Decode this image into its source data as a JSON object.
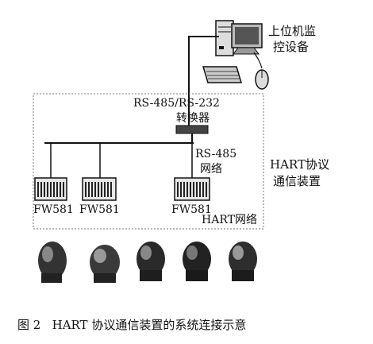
{
  "labels": {
    "pc_line1": "上位机监",
    "pc_line2": "控设备",
    "converter_line1": "RS-485/RS-232",
    "converter_line2": "转换器",
    "rs485_line1": "RS-485",
    "rs485_line2": "网络",
    "hart_device_line1": "HART协议",
    "hart_device_line2": "通信装置",
    "hart_network": "HART网络"
  },
  "modules": [
    "FW581",
    "FW581",
    "FW581"
  ],
  "caption": "图 2   HART 协议通信装置的系统连接示意"
}
